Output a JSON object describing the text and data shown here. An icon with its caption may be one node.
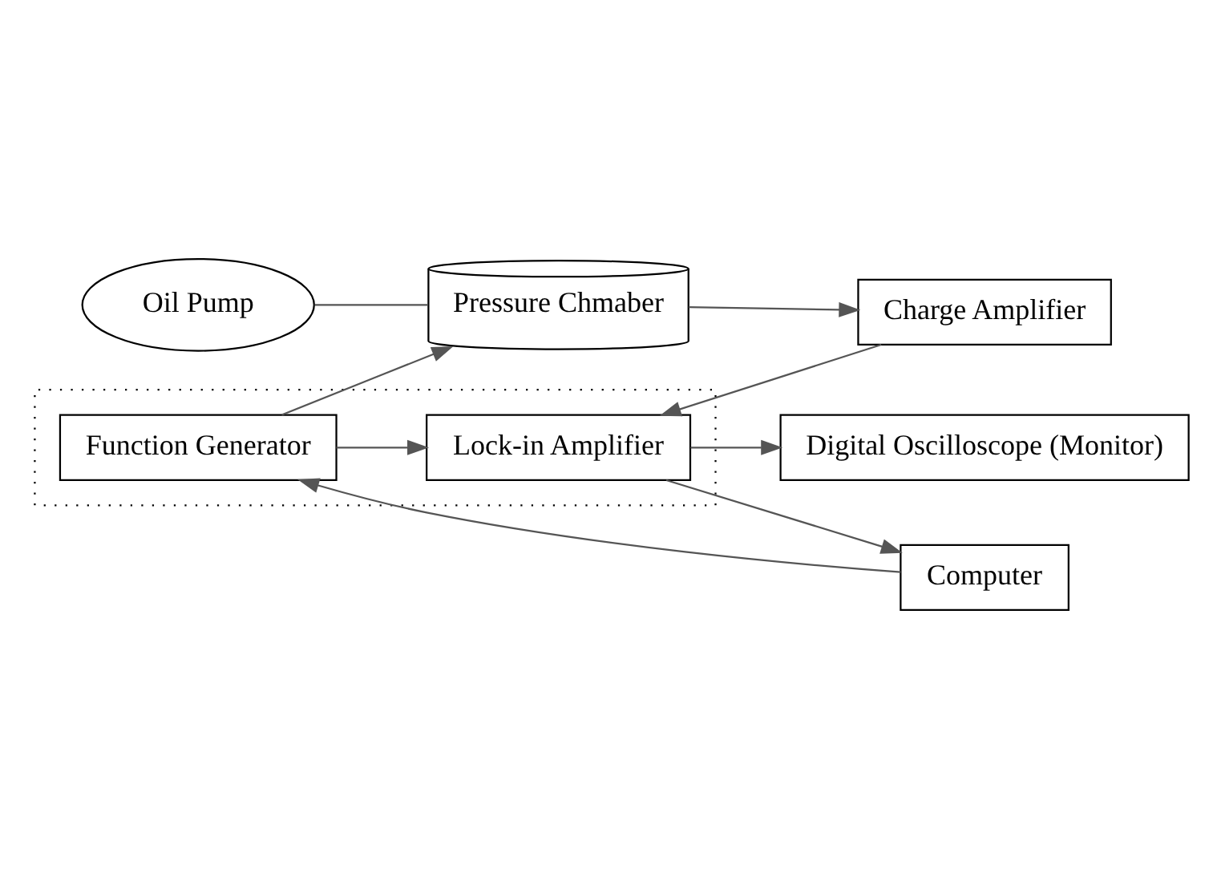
{
  "diagram": {
    "nodes": [
      {
        "text": [
          "Oil Pump"
        ]
      },
      {
        "text": [
          "Pressure Chmaber"
        ]
      },
      {
        "text": [
          "Charge Amplifier"
        ]
      },
      {
        "text": [
          "Digital Oscilloscope (Monitor)"
        ]
      },
      {
        "text": [],
        "shape": "box"
      },
      {
        "text": [
          "Lock-in Amplifier"
        ],
        "in": 4
      },
      {
        "text": [
          "Function Generator"
        ],
        "in": 4
      },
      {
        "text": [
          "Computer"
        ]
      }
    ],
    "edges": [
      {
        "from": 0,
        "to": 1,
        "arrow": "none"
      },
      {
        "from": 1,
        "to": 2,
        "arrow": "to"
      },
      {
        "from": 2,
        "to": 5,
        "arrow": "to"
      },
      {
        "from": 5,
        "to": 3,
        "arrow": "to"
      },
      {
        "from": 5,
        "to": 7,
        "arrow": "to"
      },
      {
        "from": 7,
        "to": 6,
        "arrow": "to"
      },
      {
        "from": 6,
        "to": 5,
        "arrow": "to"
      },
      {
        "from": 6,
        "to": 1,
        "arrow": "to"
      }
    ]
  }
}
